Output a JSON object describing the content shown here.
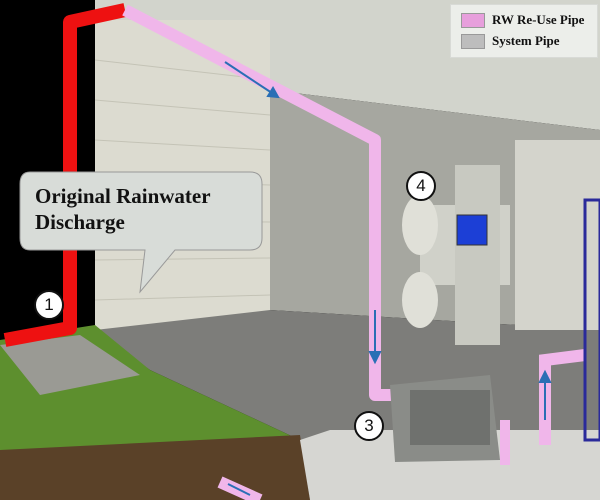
{
  "legend": {
    "items": [
      {
        "label": "RW Re-Use Pipe",
        "color": "#e79fdc"
      },
      {
        "label": "System Pipe",
        "color": "#bdbdbd"
      }
    ]
  },
  "callout": {
    "line1": "Original Rainwater",
    "line2": "Discharge"
  },
  "markers": [
    "1",
    "3",
    "4"
  ],
  "colors": {
    "rainwater_pipe": "#ee1111",
    "reuse_pipe": "#f0b6ea",
    "flow_arrow": "#2a6fb5"
  }
}
